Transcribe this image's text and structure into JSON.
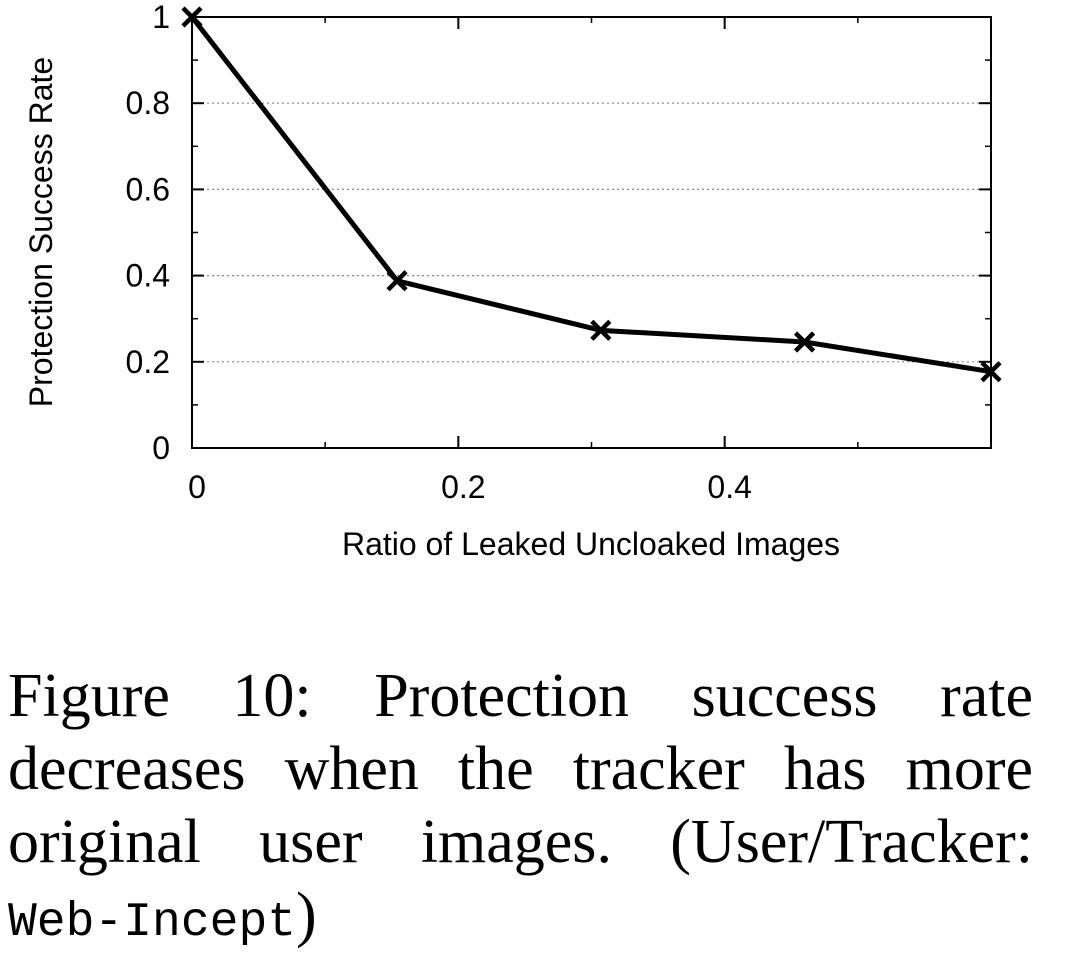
{
  "chart_data": {
    "type": "line",
    "xlabel": "Ratio of Leaked Uncloaked Images",
    "ylabel": "Protection Success Rate",
    "xlim": [
      0,
      0.6
    ],
    "ylim": [
      0,
      1
    ],
    "x_ticks": [
      "0",
      "0.2",
      "0.4"
    ],
    "y_ticks": [
      "0",
      "0.2",
      "0.4",
      "0.6",
      "0.8",
      "1"
    ],
    "grid": "horizontal dotted",
    "marker": "x",
    "line_color": "#000000",
    "series": [
      {
        "x": [
          0,
          0.154,
          0.307,
          0.46,
          0.6
        ],
        "y": [
          1.0,
          0.388,
          0.273,
          0.246,
          0.177
        ]
      }
    ]
  },
  "caption": {
    "text": "Figure 10: Protection success rate decreases when the tracker has more original user images. (User/Tracker: ",
    "code": "Web-Incept",
    "end": ")"
  }
}
